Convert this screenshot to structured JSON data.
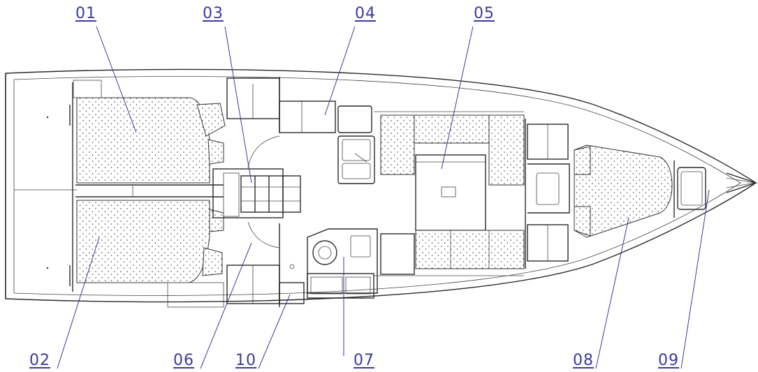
{
  "callouts": {
    "c01": "01",
    "c02": "02",
    "c03": "03",
    "c04": "04",
    "c05": "05",
    "c06": "06",
    "c07": "07",
    "c08": "08",
    "c09": "09",
    "c10": "10"
  },
  "colors": {
    "line": "#2a2a2a",
    "callout": "#3a3aa0",
    "background": "#ffffff"
  }
}
